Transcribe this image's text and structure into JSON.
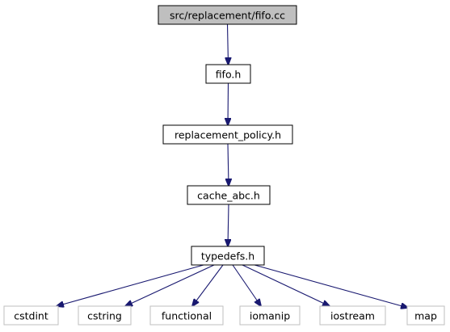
{
  "colors": {
    "edge": "#191970",
    "focus_fill": "#bfbfbf",
    "node_border": "#000000",
    "external_border": "#bfbfbf",
    "text": "#000000"
  },
  "nodes": [
    {
      "id": "n0",
      "label": "src/replacement/fifo.cc",
      "style": "focus"
    },
    {
      "id": "n1",
      "label": "fifo.h",
      "style": "normal"
    },
    {
      "id": "n2",
      "label": "replacement_policy.h",
      "style": "normal"
    },
    {
      "id": "n3",
      "label": "cache_abc.h",
      "style": "normal"
    },
    {
      "id": "n4",
      "label": "typedefs.h",
      "style": "normal"
    },
    {
      "id": "n5",
      "label": "cstdint",
      "style": "external"
    },
    {
      "id": "n6",
      "label": "cstring",
      "style": "external"
    },
    {
      "id": "n7",
      "label": "functional",
      "style": "external"
    },
    {
      "id": "n8",
      "label": "iomanip",
      "style": "external"
    },
    {
      "id": "n9",
      "label": "iostream",
      "style": "external"
    },
    {
      "id": "n10",
      "label": "map",
      "style": "external"
    }
  ],
  "edges": [
    {
      "from": "n0",
      "to": "n1"
    },
    {
      "from": "n1",
      "to": "n2"
    },
    {
      "from": "n2",
      "to": "n3"
    },
    {
      "from": "n3",
      "to": "n4"
    },
    {
      "from": "n4",
      "to": "n5"
    },
    {
      "from": "n4",
      "to": "n6"
    },
    {
      "from": "n4",
      "to": "n7"
    },
    {
      "from": "n4",
      "to": "n8"
    },
    {
      "from": "n4",
      "to": "n9"
    },
    {
      "from": "n4",
      "to": "n10"
    }
  ]
}
